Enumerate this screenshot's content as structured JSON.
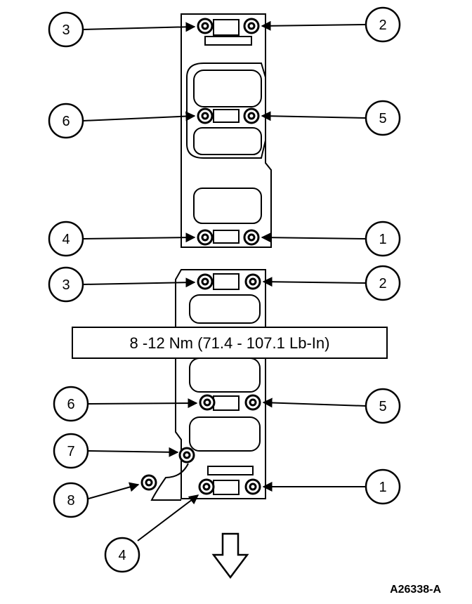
{
  "diagram": {
    "torque_spec": "8 -12 Nm (71.4 - 107.1 Lb-In)",
    "figure_id": "A26338-A",
    "top_gasket_callouts": [
      "3",
      "2",
      "6",
      "5",
      "4",
      "1"
    ],
    "bottom_gasket_callouts": [
      "3",
      "2",
      "6",
      "5",
      "7",
      "8",
      "1",
      "4"
    ]
  }
}
